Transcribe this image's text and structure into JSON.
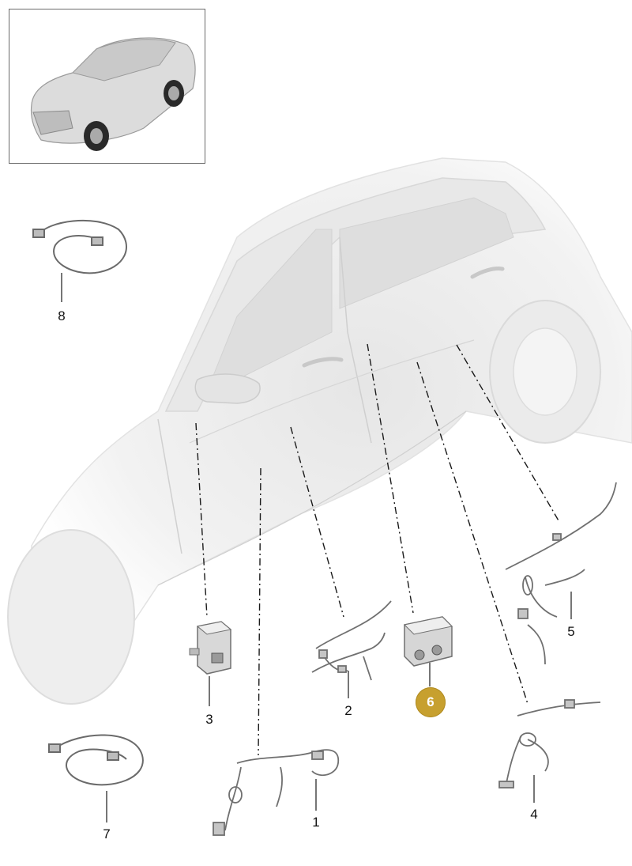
{
  "parts": [
    {
      "id": "part-1",
      "label": "1"
    },
    {
      "id": "part-2",
      "label": "2"
    },
    {
      "id": "part-3",
      "label": "3"
    },
    {
      "id": "part-4",
      "label": "4"
    },
    {
      "id": "part-5",
      "label": "5"
    },
    {
      "id": "part-6",
      "label": "6"
    },
    {
      "id": "part-7",
      "label": "7"
    },
    {
      "id": "part-8",
      "label": "8"
    }
  ],
  "highlighted_part": "6",
  "colors": {
    "highlight": "#c7a02f",
    "line": "#1a1a1a",
    "car_body": "#ececec",
    "car_outline": "#d6d6d6"
  },
  "icons": [
    "vehicle-thumbnail-icon",
    "wiring-harness-icon",
    "control-unit-icon",
    "cable-icon"
  ]
}
